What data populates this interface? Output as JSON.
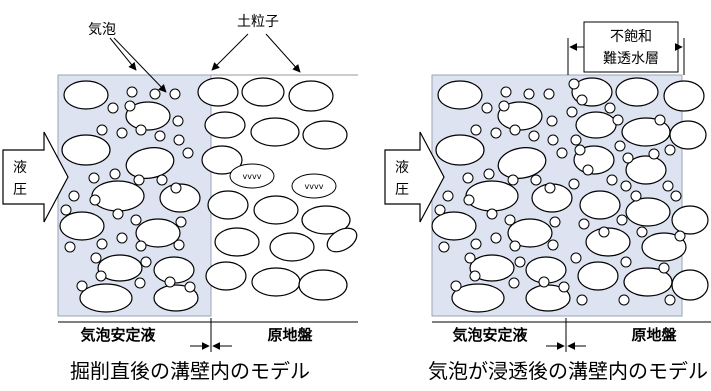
{
  "left": {
    "label_bubble": "気泡",
    "label_soil": "土粒子",
    "pressure_top": "液",
    "pressure_bottom": "圧",
    "zone_fluid": "気泡安定液",
    "zone_ground": "原地盤",
    "caption": "掘削直後の溝壁内のモデル",
    "water_marks": [
      "vvvv",
      "vvvv"
    ]
  },
  "right": {
    "label_top1": "不飽和",
    "label_top2": "難透水層",
    "pressure_top": "液",
    "pressure_bottom": "圧",
    "zone_fluid": "気泡安定液",
    "zone_ground": "原地盤",
    "caption": "気泡が浸透後の溝壁内のモデル"
  },
  "colors": {
    "fluid_fill": "#dde3f0",
    "line": "#000000"
  }
}
